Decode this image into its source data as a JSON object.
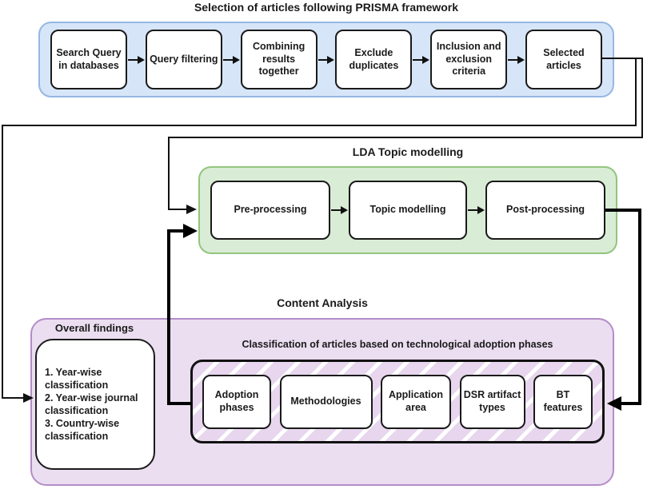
{
  "prisma": {
    "title": "Selection of articles following PRISMA framework",
    "steps": [
      "Search Query in databases",
      "Query filtering",
      "Combining results together",
      "Exclude duplicates",
      "Inclusion and exclusion criteria",
      "Selected articles"
    ]
  },
  "lda": {
    "title": "LDA Topic modelling",
    "steps": [
      "Pre-processing",
      "Topic modelling",
      "Post-processing"
    ]
  },
  "content": {
    "title": "Content Analysis",
    "overall_findings": {
      "label": "Overall findings",
      "items": [
        "1. Year-wise classification",
        "2. Year-wise journal classification",
        "3. Country-wise classification"
      ]
    },
    "classification": {
      "label": "Classification of articles based on technological adoption phases",
      "items": [
        "Adoption phases",
        "Methodologies",
        "Application area",
        "DSR artifact types",
        "BT features"
      ]
    }
  },
  "colors": {
    "prisma_fill": "#d6e5f8",
    "prisma_border": "#97b7e2",
    "lda_fill": "#d9ecd5",
    "lda_border": "#93c47d",
    "content_fill": "#eadef0",
    "content_border": "#b48cc8",
    "box_border": "#1a1a1a",
    "thin_connector": "#111111",
    "thick_connector": "#000000"
  }
}
